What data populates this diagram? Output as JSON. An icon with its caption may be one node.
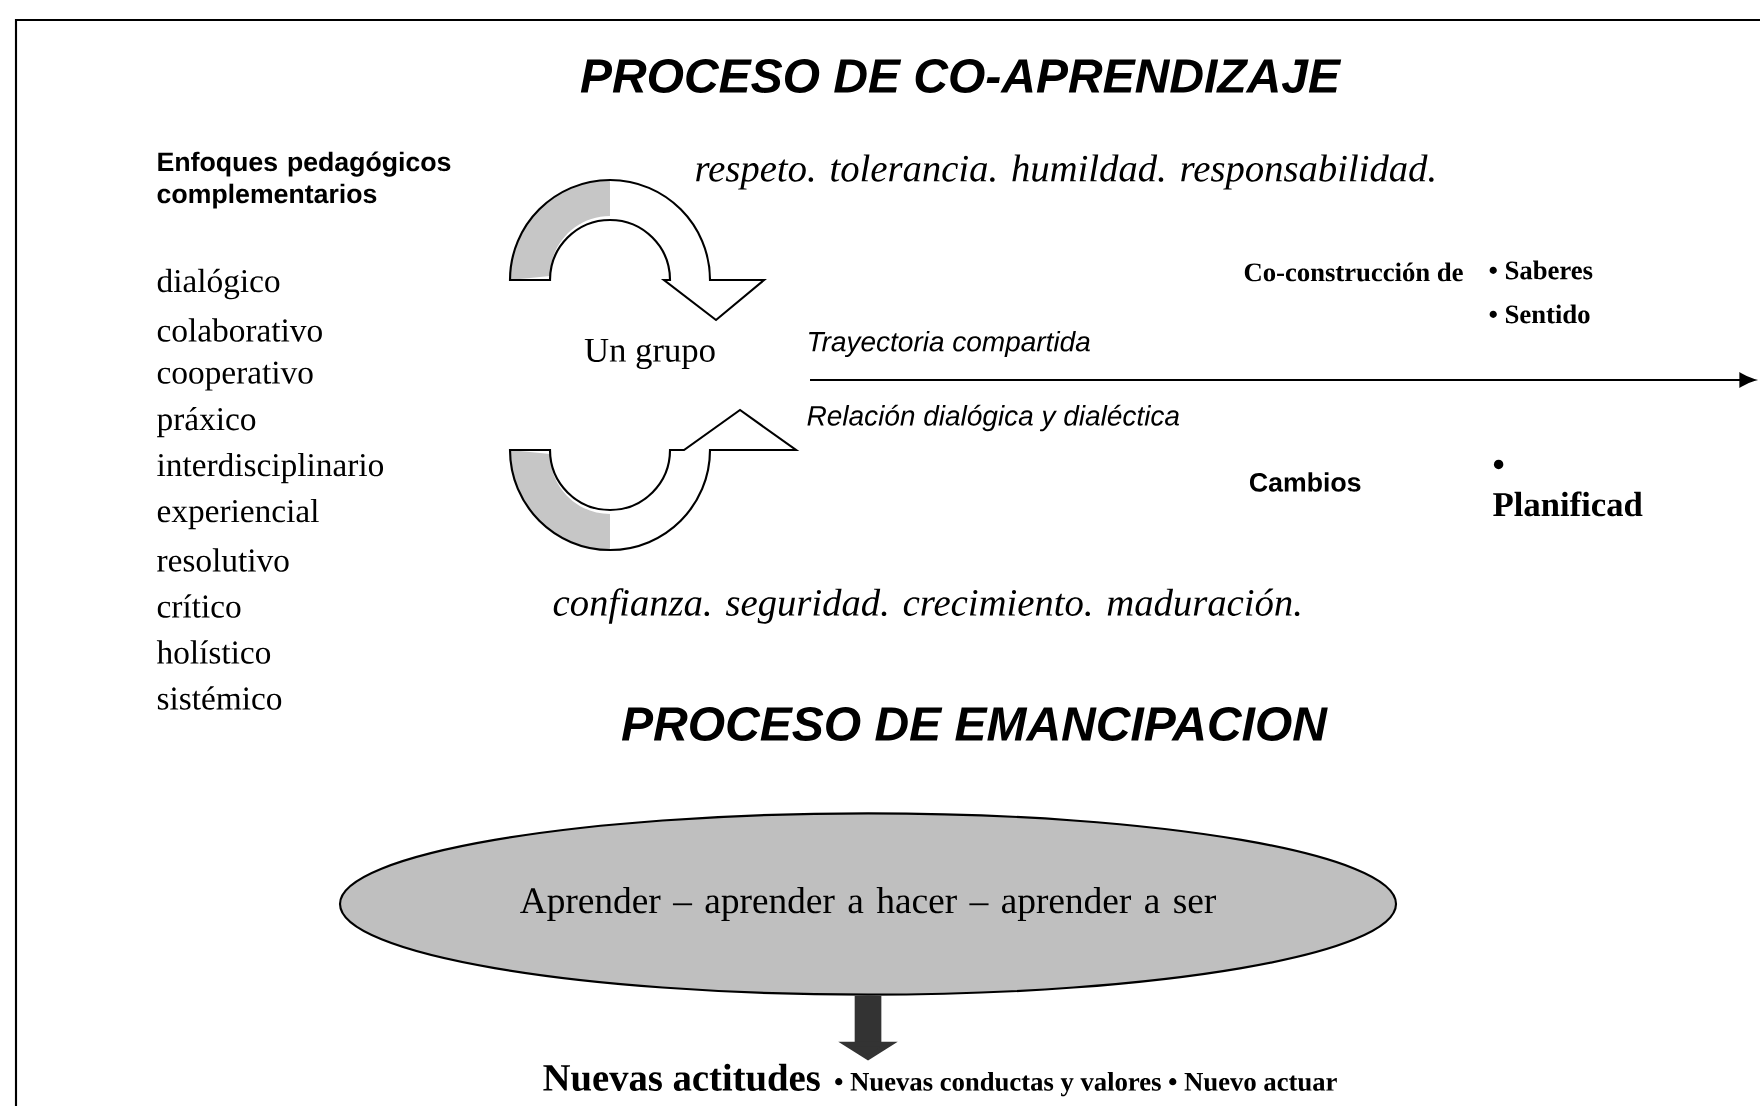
{
  "diagram": {
    "title": "PROCESO DE CO-APRENDIZAJE",
    "nodes": [
      {
        "text": [
          "Aprender – aprender a hacer – aprender a ser"
        ]
      },
      {
        "text": [
          "Nuevas actitudes",
          "• Nuevas conductas y valores • Nuevo actuar"
        ]
      }
    ],
    "edges": [
      {
        "from": 0,
        "to": 1,
        "arrow": "to"
      }
    ],
    "labels": [
      "Enfoques pedagógicos complementarios",
      "respeto. tolerancia. humildad. responsabilidad.",
      "dialógico",
      "colaborativo",
      "cooperativo",
      "práxico",
      "interdisciplinario",
      "experiencial",
      "resolutivo",
      "crítico",
      "holístico",
      "sistémico",
      "Co-construcción de",
      "• Saberes",
      "• Sentido",
      "Un grupo",
      "Trayectoria compartida",
      "Relación dialógica y dialéctica",
      "Cambios",
      "• Planificad",
      "confianza. seguridad. crecimiento. maduración.",
      "PROCESO DE EMANCIPACION"
    ]
  }
}
